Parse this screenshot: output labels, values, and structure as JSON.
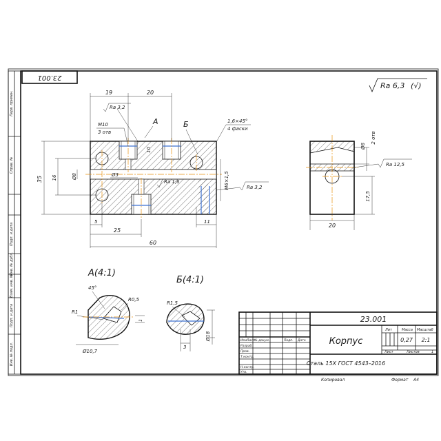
{
  "drawing": {
    "doc_number": "23.001",
    "doc_number_rotated": "23.001",
    "surface_roughness_general": "Ra 6,3",
    "surface_roughness_paren": "(√)",
    "part_name": "Корпус",
    "material": "Сталь 15Х ГОСТ 4543–2016",
    "mass": "0,27",
    "scale": "2:1",
    "sheet_label": "Лист",
    "sheets_label": "Листов",
    "sheets_count": "1",
    "lit_label": "Лит",
    "mass_label": "Масса",
    "scale_label": "Масштаб",
    "copied_label": "Копировал",
    "format_label": "Формат",
    "format_value": "А4"
  },
  "title_block": {
    "rows": [
      "Изм",
      "Лист",
      "№ докум.",
      "Подп.",
      "Дата"
    ],
    "roles": [
      "Разраб.",
      "Пров.",
      "Т.контр.",
      "",
      "Н.контр.",
      "Утв."
    ]
  },
  "side_columns": [
    "Перв. примен.",
    "Справ. №",
    "Подп. и дата",
    "Инв. № дубл.",
    "Взам. инв. №",
    "Подп. и дата",
    "Инв. № подл."
  ],
  "dimensions": {
    "d19": "19",
    "d20_top": "20",
    "ra32_top": "Ra 3,2",
    "m10": "M10",
    "m10_holes": "3 отв",
    "label_a": "А",
    "label_b": "Б",
    "chamfer": "1,6×45°",
    "chamfer_count": "4 фаски",
    "d10": "10",
    "d35": "35",
    "d16": "16",
    "d8": "Ø8",
    "d3": "Ø3",
    "ra16": "Ra 1,6",
    "m6": "M6×1,5",
    "ra32_right": "Ra 3,2",
    "d5": "5",
    "d25": "25",
    "d11": "11",
    "d60": "60",
    "d6": "Ø6",
    "holes2": "2 отв",
    "ra125": "Ra 12,5",
    "d175": "17,5",
    "d20_side": "20",
    "view_a": "А(4:1)",
    "view_b": "Б(4:1)",
    "angle45": "45°",
    "r05": "R0,5",
    "r1": "R1",
    "d107": "Ø10,7",
    "one": "1",
    "r15": "R1,5",
    "d18": "Ø18",
    "three": "3"
  }
}
